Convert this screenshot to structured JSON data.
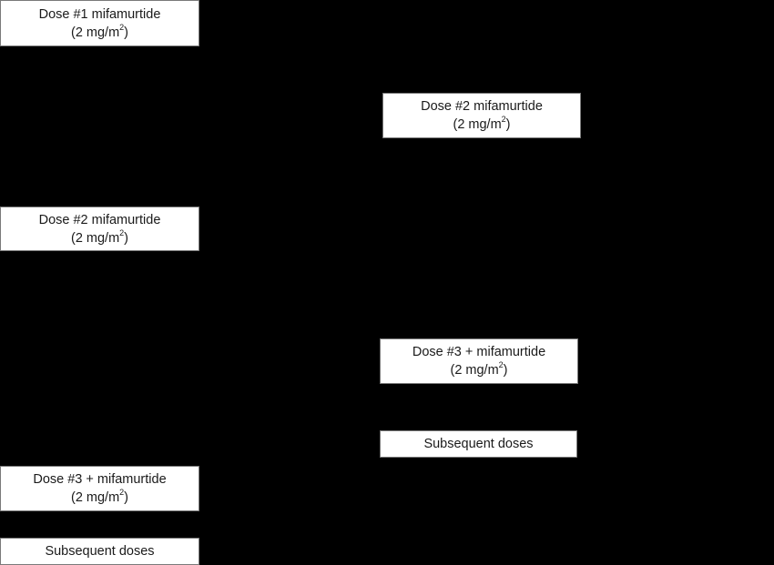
{
  "background_color": "#000000",
  "box_color": "#ffffff",
  "left_column": {
    "boxes": [
      {
        "title": "Dose #1 mifamurtide",
        "dose_prefix": "(2 mg/m",
        "dose_sup": "2",
        "dose_suffix": ")"
      },
      {
        "title": "Dose #2 mifamurtide",
        "dose_prefix": "(2 mg/m",
        "dose_sup": "2",
        "dose_suffix": ")"
      },
      {
        "title": "Dose #3 + mifamurtide",
        "dose_prefix": "(2 mg/m",
        "dose_sup": "2",
        "dose_suffix": ")"
      },
      {
        "title": "Subsequent doses"
      }
    ]
  },
  "right_column": {
    "boxes": [
      {
        "title": "Dose #2 mifamurtide",
        "dose_prefix": "(2 mg/m",
        "dose_sup": "2",
        "dose_suffix": ")"
      },
      {
        "title": "Dose #3 + mifamurtide",
        "dose_prefix": "(2 mg/m",
        "dose_sup": "2",
        "dose_suffix": ")"
      },
      {
        "title": "Subsequent doses"
      }
    ]
  }
}
